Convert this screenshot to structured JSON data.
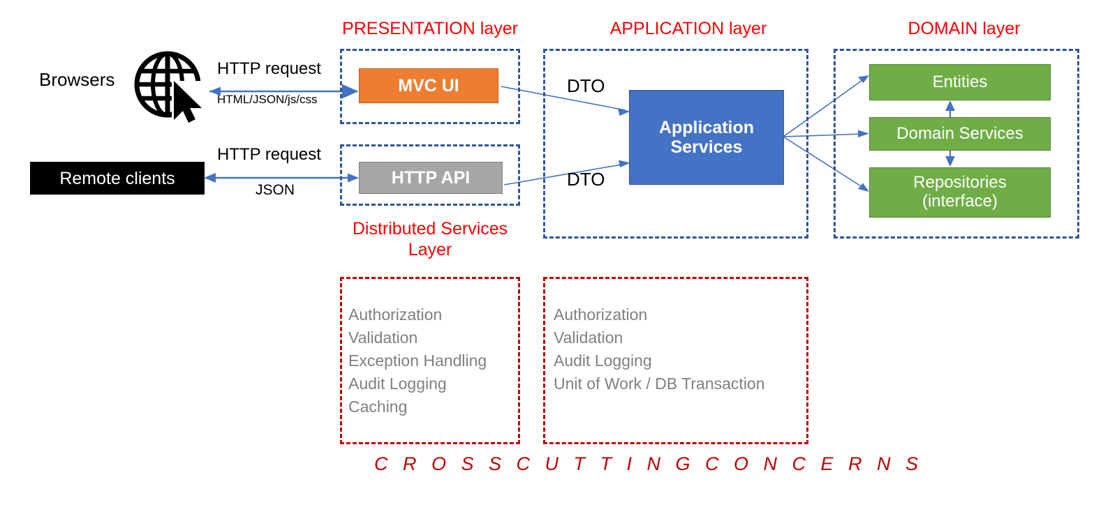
{
  "diagram": {
    "title_bottom": "C R O S S   C U T T I N G   C O N C E R N S",
    "layers": {
      "presentation": "PRESENTATION layer",
      "application": "APPLICATION layer",
      "domain": "DOMAIN layer",
      "distributed_services": "Distributed Services Layer"
    },
    "actors": [
      {
        "label": "Browsers",
        "icon": "globe-cursor-icon"
      },
      {
        "label": "Remote clients",
        "icon": "black-box"
      }
    ],
    "edges": {
      "browser_request": "HTTP request",
      "browser_response": "HTML/JSON/js/css",
      "remote_request": "HTTP request",
      "remote_response": "JSON",
      "dto_top": "DTO",
      "dto_bottom": "DTO"
    },
    "nodes": {
      "mvc_ui": "MVC UI",
      "http_api": "HTTP API",
      "application_services": "Application\nServices",
      "application_services_line1": "Application",
      "application_services_line2": "Services",
      "entities": "Entities",
      "domain_services": "Domain Services",
      "repositories_line1": "Repositories",
      "repositories_line2": "(interface)"
    },
    "cross_cutting": {
      "presentation_concerns": [
        "Authorization",
        "Validation",
        "Exception Handling",
        "Audit Logging",
        "Caching"
      ],
      "application_concerns": [
        "Authorization",
        "Validation",
        "Audit Logging",
        "Unit of Work / DB Transaction"
      ]
    },
    "colors": {
      "layer_caption": "#FF0000",
      "dashed_blue": "#2F5597",
      "dashed_red": "#C00000",
      "mvc_ui": "#ED7D31",
      "http_api": "#A6A6A6",
      "application_services": "#4472C4",
      "domain_boxes": "#70AD47",
      "arrow": "#4472C4",
      "concern_text": "#808080"
    }
  }
}
